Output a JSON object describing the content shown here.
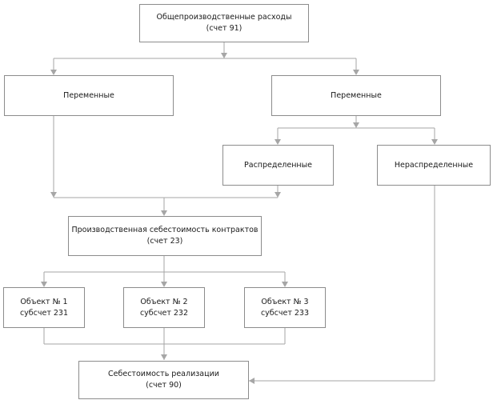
{
  "boxes": {
    "overhead": {
      "line1": "Общепроизводственные расходы",
      "line2": "(счет 91)"
    },
    "variable_left": {
      "line1": "Переменные"
    },
    "variable_right": {
      "line1": "Переменные"
    },
    "distributed": {
      "line1": "Распределенные"
    },
    "undistributed": {
      "line1": "Нераспределенные"
    },
    "production_cost": {
      "line1": "Производственная себестоимость контрактов",
      "line2": "(счет 23)"
    },
    "object1": {
      "line1": "Объект № 1",
      "line2": "субсчет 231"
    },
    "object2": {
      "line1": "Объект № 2",
      "line2": "субсчет 232"
    },
    "object3": {
      "line1": "Объект № 3",
      "line2": "субсчет 233"
    },
    "cost_of_sales": {
      "line1": "Себестоимость реализации",
      "line2": "(счет 90)"
    }
  }
}
